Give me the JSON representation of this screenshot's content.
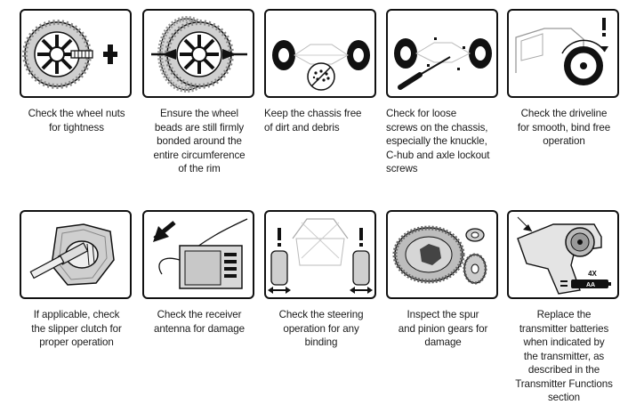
{
  "maintenance_steps": [
    {
      "caption": "Check the wheel nuts\nfor tightness",
      "icon": "wheel-nut-icon"
    },
    {
      "caption": "Ensure the wheel\nbeads are still firmly\nbonded around the\nentire circumference\nof the rim",
      "icon": "wheel-bead-icon"
    },
    {
      "caption": "Keep the chassis free\nof dirt and debris",
      "icon": "clean-chassis-icon"
    },
    {
      "caption": "Check for loose\nscrews on the chassis,\nespecially the knuckle,\nC-hub and axle lockout\nscrews",
      "icon": "screwdriver-icon"
    },
    {
      "caption": "Check the driveline\nfor smooth, bind free\noperation",
      "icon": "driveline-icon"
    },
    {
      "caption": "If applicable, check\nthe slipper clutch for\nproper operation",
      "icon": "slipper-clutch-icon"
    },
    {
      "caption": "Check the receiver\nantenna for damage",
      "icon": "receiver-antenna-icon"
    },
    {
      "caption": "Check the steering\noperation for any\nbinding",
      "icon": "steering-icon"
    },
    {
      "caption": "Inspect the spur\nand pinion gears for\ndamage",
      "icon": "gears-icon"
    },
    {
      "caption": "Replace the\ntransmitter batteries\nwhen indicated by\nthe transmitter, as\ndescribed in the\nTransmitter Functions\nsection",
      "icon": "transmitter-battery-icon"
    }
  ],
  "battery_label": {
    "count": "4X",
    "type": "AA"
  },
  "alert_mark": "!"
}
